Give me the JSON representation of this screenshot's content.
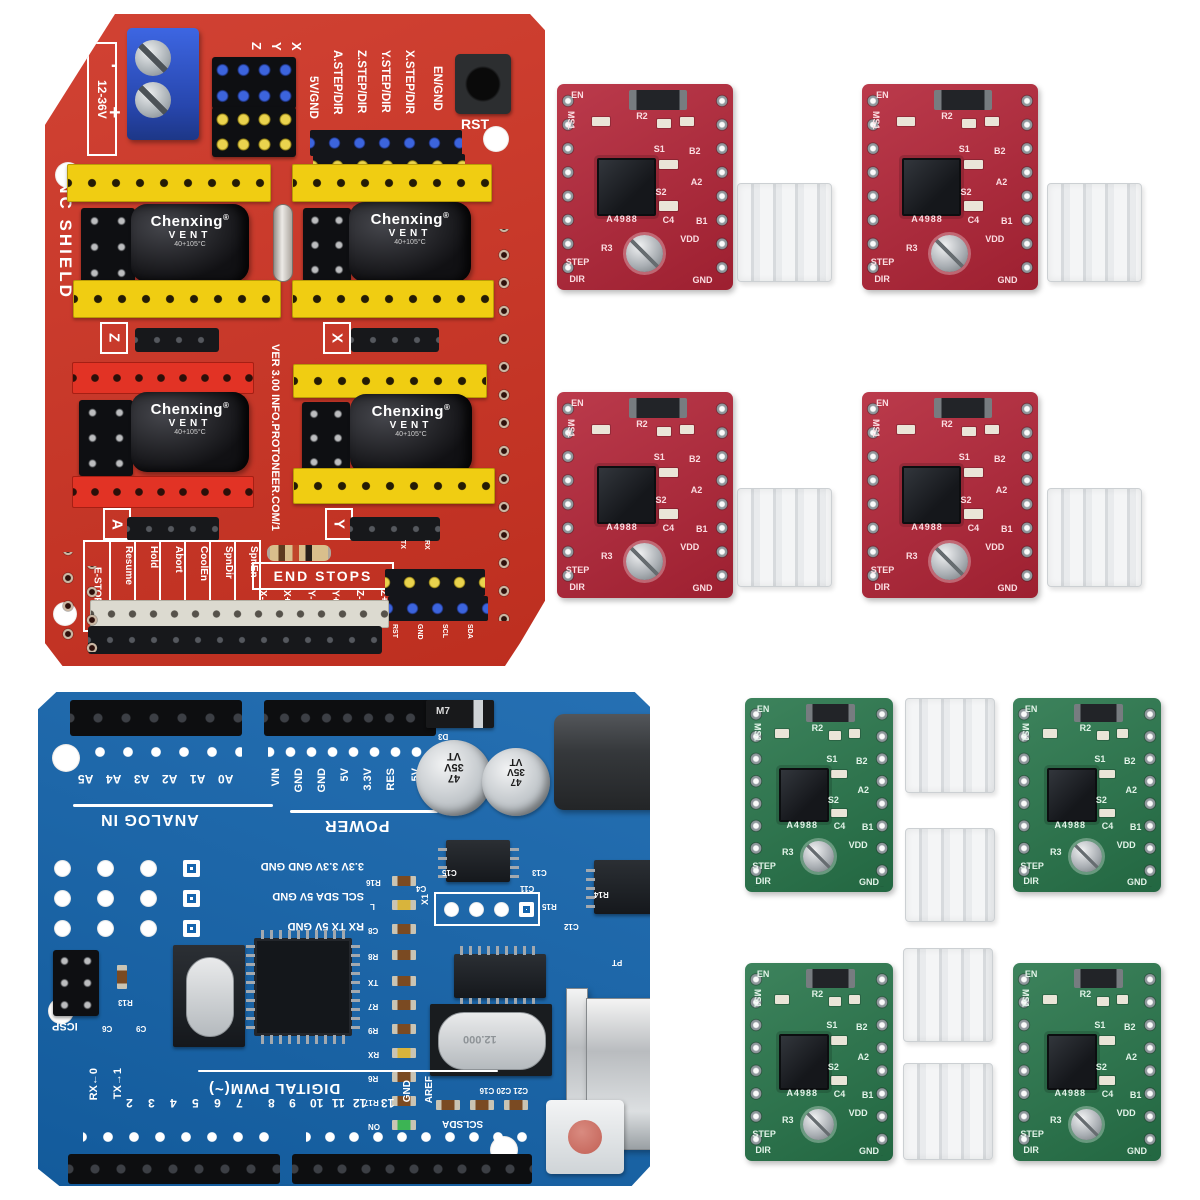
{
  "cnc_shield": {
    "title": "CNC SHIELD",
    "voltage_label": "12-36V",
    "minus": "-",
    "plus": "+",
    "reset_label": "RST",
    "version": "VER 3.00",
    "website": "INFO.PROTONEER.COM/1",
    "axis_letters": [
      "Z",
      "Y",
      "X"
    ],
    "signal_labels": [
      "5V/GND",
      "A.STEP/DIR",
      "Z.STEP/DIR",
      "Y.STEP/DIR",
      "X.STEP/DIR",
      "EN/GND"
    ],
    "slot_labels": {
      "top_left": "Z",
      "top_right": "X",
      "bottom_left": "A",
      "bottom_right": "Y"
    },
    "control_labels": [
      "E-STOP",
      "Resume",
      "Hold",
      "Abort",
      "CoolEn",
      "SpnDir",
      "SpnEn"
    ],
    "endstops_title": "END STOPS",
    "endstop_labels": [
      "X-",
      "X+",
      "Y-",
      "Y+",
      "Z-",
      "Z+"
    ],
    "aux_top_labels": [
      "TX",
      "RX"
    ],
    "aux_bottom_labels": [
      "RST",
      "GND",
      "SCL",
      "SDA"
    ],
    "capacitor": {
      "brand": "Chenxing",
      "reg": "®",
      "vent": "VENT",
      "temp": "40+105°C"
    }
  },
  "stepper_driver": {
    "chip_label": "A4988",
    "labels": {
      "en": "EN",
      "ms1": "MS1",
      "r2": "R2",
      "s1": "S1",
      "b2": "B2",
      "s2": "S2",
      "a2": "A2",
      "c4": "C4",
      "b1": "B1",
      "vdd": "VDD",
      "r3": "R3",
      "step": "STEP",
      "dir": "DIR",
      "gnd": "GND"
    }
  },
  "arduino": {
    "analog_section": "ANALOG IN",
    "power_section": "POWER",
    "digital_section": "DIGITAL PWM(~)",
    "analog_pins": [
      "A5",
      "A4",
      "A3",
      "A2",
      "A1",
      "A0"
    ],
    "power_pins": [
      "VIN",
      "GND",
      "GND",
      "5V",
      "3.3V",
      "RES",
      "5V"
    ],
    "aux_rows": [
      "3.3V 3.3V GND GND",
      "SCL SDA 5V GND",
      "RX TX 5V GND"
    ],
    "icsp_label": "ICSP",
    "pin0_label": "RX←0",
    "pin1_label": "TX→1",
    "digital_pins": [
      "2",
      "3",
      "4",
      "5",
      "6",
      "7",
      "8",
      "9",
      "10",
      "11",
      "12",
      "13"
    ],
    "gnd_label": "GND",
    "aref_label": "AREF",
    "sclsda_label": "SCLSDA",
    "cap_top": "47",
    "cap_mid": "35V",
    "cap_bot": "VT",
    "crystal_text": "12.000",
    "refs": {
      "m7": "M7",
      "d3": "D3",
      "c15": "C15",
      "c13": "C13",
      "c11": "C11",
      "c4": "C4",
      "x1": "X1",
      "r15": "R15",
      "r14": "R14",
      "c12": "C12",
      "pt": "PT",
      "caps_row": "C21 C20 C16",
      "c6": "C6",
      "r13": "R13",
      "c9": "C9"
    },
    "led_refs": [
      "R16",
      "L",
      "C8",
      "R8",
      "TX",
      "R7",
      "R9",
      "RX",
      "R6",
      "R17",
      "ON"
    ]
  }
}
